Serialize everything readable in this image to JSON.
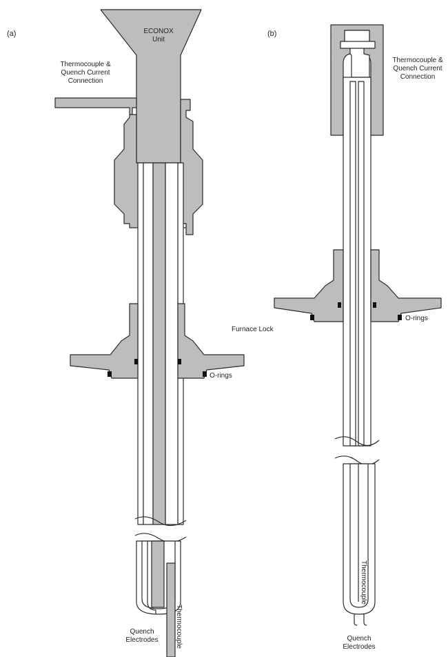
{
  "colors": {
    "grey_fill": "#bdbdbd",
    "outline": "#2a2a2a",
    "oring": "#111111",
    "background": "#ffffff"
  },
  "panel_a": {
    "label": "(a)",
    "econox": [
      "ECONOX",
      "Unit"
    ],
    "thermocouple_connection": [
      "Thermocouple &",
      "Quench Current",
      "Connection"
    ],
    "furnace_lock": "Furnace Lock",
    "orings": "O-rings",
    "quench_electrodes": [
      "Quench",
      "Electrodes"
    ],
    "thermocouple": "Thermocouple"
  },
  "panel_b": {
    "label": "(b)",
    "thermocouple_connection": [
      "Thermocouple &",
      "Quench Current",
      "Connection"
    ],
    "orings": "O-rings",
    "thermocouple": "Thermocouple",
    "quench_electrodes": [
      "Quench",
      "Electrodes"
    ]
  }
}
